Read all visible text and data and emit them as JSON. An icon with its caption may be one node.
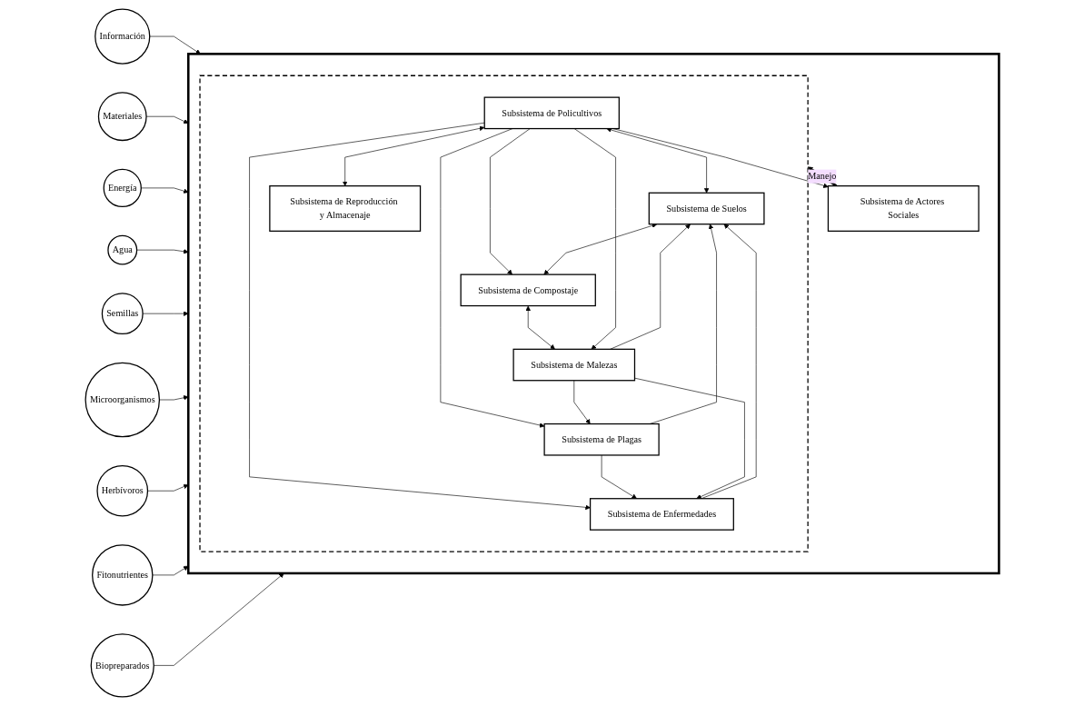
{
  "diagram": {
    "nodes": [
      {
        "text": [],
        "shape": "box"
      },
      {
        "text": [
          "Subsistema de Actores Sociales"
        ],
        "in": 0
      },
      {
        "text": [],
        "shape": "box",
        "in": 0
      },
      {
        "text": [
          "Subsistema de Policultivos"
        ],
        "in": 2
      },
      {
        "text": [
          "Subsistema de Suelos"
        ],
        "in": 2
      },
      {
        "text": [
          "Subsistema de Reproducción y Almacenaje"
        ],
        "in": 2
      },
      {
        "text": [
          "Subsistema de Compostaje"
        ],
        "in": 2
      },
      {
        "text": [
          "Subsistema de Malezas"
        ],
        "in": 2
      },
      {
        "text": [
          "Subsistema de Plagas"
        ],
        "in": 2
      },
      {
        "text": [
          "Subsistema de Enfermedades"
        ],
        "in": 2
      },
      {
        "text": [
          "Información"
        ]
      },
      {
        "text": [
          "Materiales"
        ]
      },
      {
        "text": [
          "Energía"
        ]
      },
      {
        "text": [
          "Agua"
        ]
      },
      {
        "text": [
          "Semillas"
        ]
      },
      {
        "text": [
          "Microorganismos"
        ]
      },
      {
        "text": [
          "Herbívoros"
        ]
      },
      {
        "text": [
          "Fitonutrientes"
        ]
      },
      {
        "text": [
          "Biopreparados"
        ]
      }
    ],
    "edges": [
      {
        "from": 10,
        "to": 0,
        "arrow": "to"
      },
      {
        "from": 11,
        "to": 0,
        "arrow": "to"
      },
      {
        "from": 12,
        "to": 0,
        "arrow": "to"
      },
      {
        "from": 13,
        "to": 0,
        "arrow": "to"
      },
      {
        "from": 14,
        "to": 0,
        "arrow": "to"
      },
      {
        "from": 15,
        "to": 0,
        "arrow": "to"
      },
      {
        "from": 16,
        "to": 0,
        "arrow": "to"
      },
      {
        "from": 17,
        "to": 0,
        "arrow": "to"
      },
      {
        "from": 18,
        "to": 0,
        "arrow": "to"
      },
      {
        "from": 1,
        "to": 2,
        "arrow": "to",
        "label": "Manejo",
        "style": "thick"
      },
      {
        "from": 3,
        "to": 1,
        "arrow": "to"
      },
      {
        "from": 3,
        "to": 4,
        "arrow": "both"
      },
      {
        "from": 3,
        "to": 5,
        "arrow": "both"
      },
      {
        "from": 3,
        "to": 6,
        "arrow": "to"
      },
      {
        "from": 4,
        "to": 6,
        "arrow": "both"
      },
      {
        "from": 6,
        "to": 7,
        "arrow": "both"
      },
      {
        "from": 3,
        "to": 7,
        "arrow": "to"
      },
      {
        "from": 3,
        "to": 8,
        "arrow": "to"
      },
      {
        "from": 3,
        "to": 9,
        "arrow": "to"
      },
      {
        "from": 7,
        "to": 8,
        "arrow": "to"
      },
      {
        "from": 8,
        "to": 9,
        "arrow": "to"
      },
      {
        "from": 7,
        "to": 9,
        "arrow": "to"
      },
      {
        "from": 7,
        "to": 4,
        "arrow": "to"
      },
      {
        "from": 8,
        "to": 4,
        "arrow": "to"
      },
      {
        "from": 9,
        "to": 4,
        "arrow": "to"
      }
    ]
  }
}
